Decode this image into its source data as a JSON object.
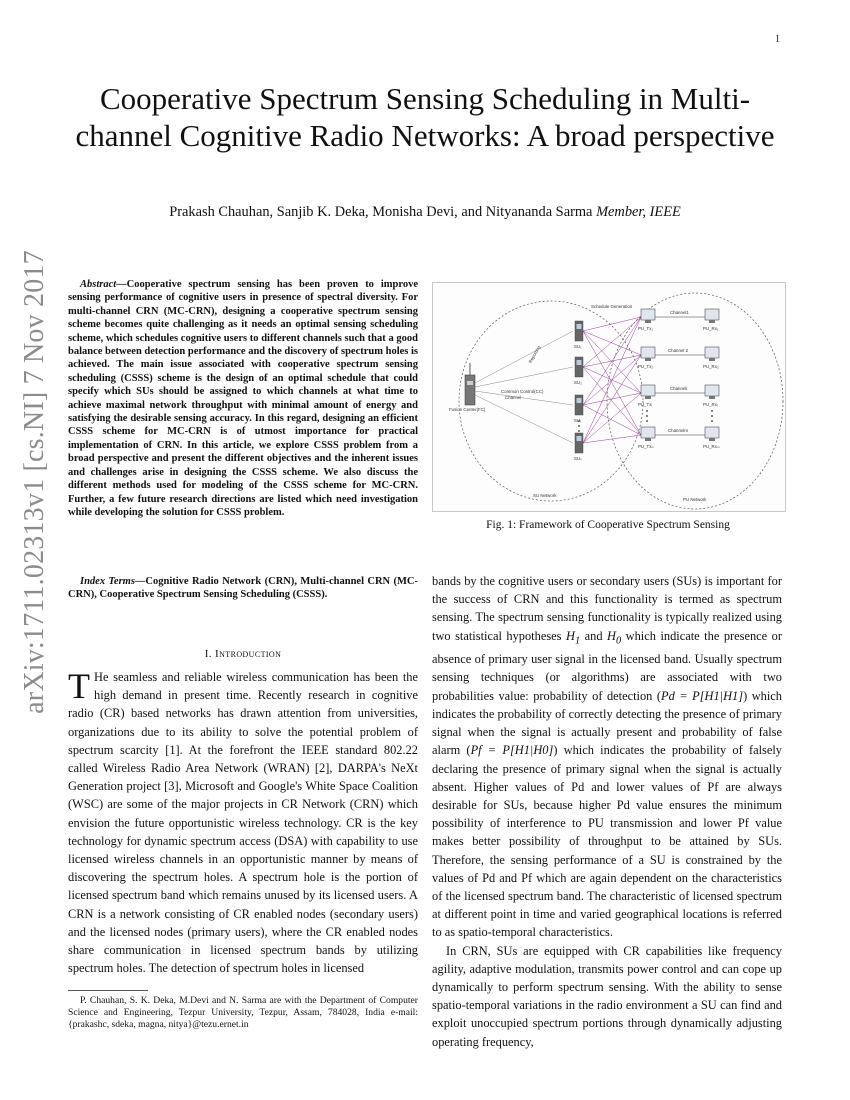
{
  "page_number": "1",
  "arxiv_stamp": "arXiv:1711.02313v1  [cs.NI]  7 Nov 2017",
  "title": "Cooperative Spectrum Sensing Scheduling in Multi-channel Cognitive Radio Networks: A broad perspective",
  "authors": "Prakash Chauhan, Sanjib K. Deka, Monisha Devi, and Nityananda Sarma",
  "authors_affix": "Member, IEEE",
  "abstract": {
    "label": "Abstract",
    "text": "Cooperative spectrum sensing has been proven to improve sensing performance of cognitive users in presence of spectral diversity. For multi-channel CRN (MC-CRN), designing a cooperative spectrum sensing scheme becomes quite challenging as it needs an optimal sensing scheduling scheme, which schedules cognitive users to different channels such that a good balance between detection performance and the discovery of spectrum holes is achieved. The main issue associated with cooperative spectrum sensing scheduling (CSSS) scheme is the design of an optimal schedule that could specify which SUs should be assigned to which channels at what time to achieve maximal network throughput with minimal amount of energy and satisfying the desirable sensing accuracy. In this regard, designing an efficient CSSS scheme for MC-CRN is of utmost importance for practical implementation of CRN. In this article, we explore CSSS problem from a broad perspective and present the different objectives and the inherent issues and challenges arise in designing the CSSS scheme. We also discuss the different methods used for modeling of the CSSS scheme for MC-CRN. Further, a few future research directions are listed which need investigation while developing the solution for CSSS problem."
  },
  "index_terms": {
    "label": "Index Terms",
    "text": "Cognitive Radio Network (CRN), Multi-channel CRN (MC-CRN), Cooperative Spectrum Sensing Scheduling (CSSS)."
  },
  "section": {
    "heading": "I. Introduction",
    "drop_cap": "T",
    "paragraph": "He seamless and reliable wireless communication has been the high demand in present time. Recently research in cognitive radio (CR) based networks has drawn attention from universities, organizations due to its ability to solve the potential problem of spectrum scarcity [1]. At the forefront the IEEE standard 802.22 called Wireless Radio Area Network (WRAN) [2], DARPA's NeXt Generation project [3], Microsoft and Google's White Space Coalition (WSC) are some of the major projects in CR Network (CRN) which envision the future opportunistic wireless technology. CR is the key technology for dynamic spectrum access (DSA) with capability to use licensed wireless channels in an opportunistic manner by means of discovering the spectrum holes. A spectrum hole is the portion of licensed spectrum band which remains unused by its licensed users. A CRN is a network consisting of CR enabled nodes (secondary users) and the licensed nodes (primary users), where the CR enabled nodes share communication in licensed spectrum bands by utilizing spectrum holes. The detection of spectrum holes in licensed"
  },
  "footnote": "P. Chauhan, S. K. Deka, M.Devi and N. Sarma are with the Department of Computer Science and Engineering, Tezpur University, Tezpur, Assam, 784028, India e-mail: {prakashc, sdeka, magna, nitya}@tezu.ernet.in",
  "figure": {
    "caption": "Fig. 1: Framework of Cooperative Spectrum Sensing",
    "labels": {
      "schedule_generation": "Schedule Generation",
      "fusion_center": "Fusion Center(FC)",
      "common_control": "Common Control(CC)",
      "channel": "Channel",
      "reporting": "Reporting",
      "su_network": "SU Network",
      "pu_network": "PU Network",
      "su1": "SU₁",
      "su2": "SU₂",
      "su3": "SUᵢ",
      "su4": "SUₙ",
      "pu1": "PU_Tx₁",
      "pu2": "PU_Tx₂",
      "pu3": "PU_Txᵢ",
      "pu4": "PU_Txₘ",
      "pr1": "PU_Rx₁",
      "pr2": "PU_Rx₂",
      "pr3": "PU_Rxᵢ",
      "pr4": "PU_Rxₘ",
      "ch1": "Channel1",
      "ch2": "Channel 2",
      "ch3": "Channeli",
      "ch4": "Channelm"
    }
  },
  "right_col": {
    "p1_a": "bands by the cognitive users or secondary users (SUs) is important for the success of CRN and this functionality is termed as spectrum sensing. The spectrum sensing functionality is typically realized using two statistical hypotheses ",
    "h1": "H",
    "h1_sub": "1",
    "p1_and": " and ",
    "h0": "H",
    "h0_sub": "0",
    "p1_b": " which indicate the presence or absence of primary user signal in the licensed band. Usually spectrum sensing techniques (or algorithms) are associated with two probabilities value: probability of detection (",
    "pd_formula": "Pd = P[H1|H1]",
    "p1_c": ") which indicates the probability of correctly detecting the presence of primary signal when the signal is actually present and probability of false alarm (",
    "pf_formula": "Pf = P[H1|H0]",
    "p1_d": ") which indicates the probability of falsely declaring the presence of primary signal when the signal is actually absent. Higher values of Pd and lower values of Pf are always desirable for SUs, because higher Pd value ensures the minimum possibility of interference to PU transmission and lower Pf value makes better possibility of throughput to be attained by SUs. Therefore, the sensing performance of a SU is constrained by the values of Pd and Pf which are again dependent on the characteristics of the licensed spectrum band. The characteristic of licensed spectrum at different point in time and varied geographical locations is referred to as spatio-temporal characteristics.",
    "p2": "In CRN, SUs are equipped with CR capabilities like frequency agility, adaptive modulation, transmits power control and can cope up dynamically to perform spectrum sensing. With the ability to sense spatio-temporal variations in the radio environment a SU can find and exploit unoccupied spectrum portions through dynamically adjusting operating frequency,"
  }
}
